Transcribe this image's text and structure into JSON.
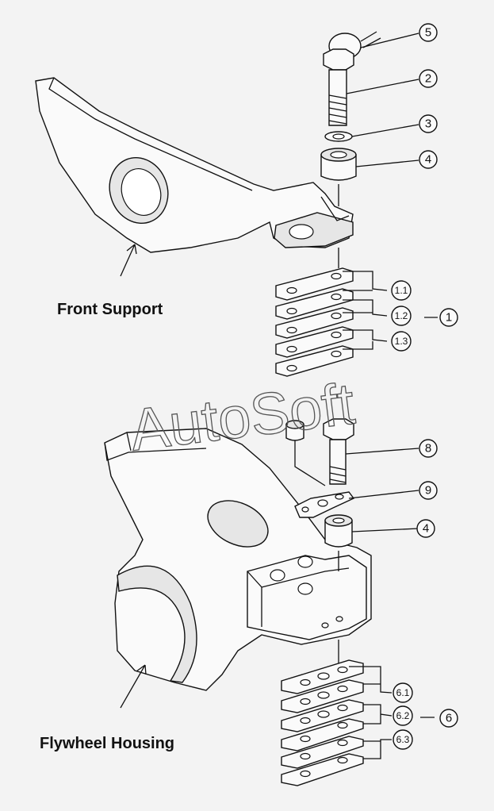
{
  "labels": {
    "front_support": "Front Support",
    "flywheel_housing": "Flywheel Housing",
    "watermark": "AutoSoft"
  },
  "callouts": {
    "c5": "5",
    "c2": "2",
    "c3": "3",
    "c4a": "4",
    "c1": "1",
    "c1_1": "1.1",
    "c1_2": "1.2",
    "c1_3": "1.3",
    "c8": "8",
    "c9": "9",
    "c4b": "4",
    "c6": "6",
    "c6_1": "6.1",
    "c6_2": "6.2",
    "c6_3": "6.3"
  }
}
